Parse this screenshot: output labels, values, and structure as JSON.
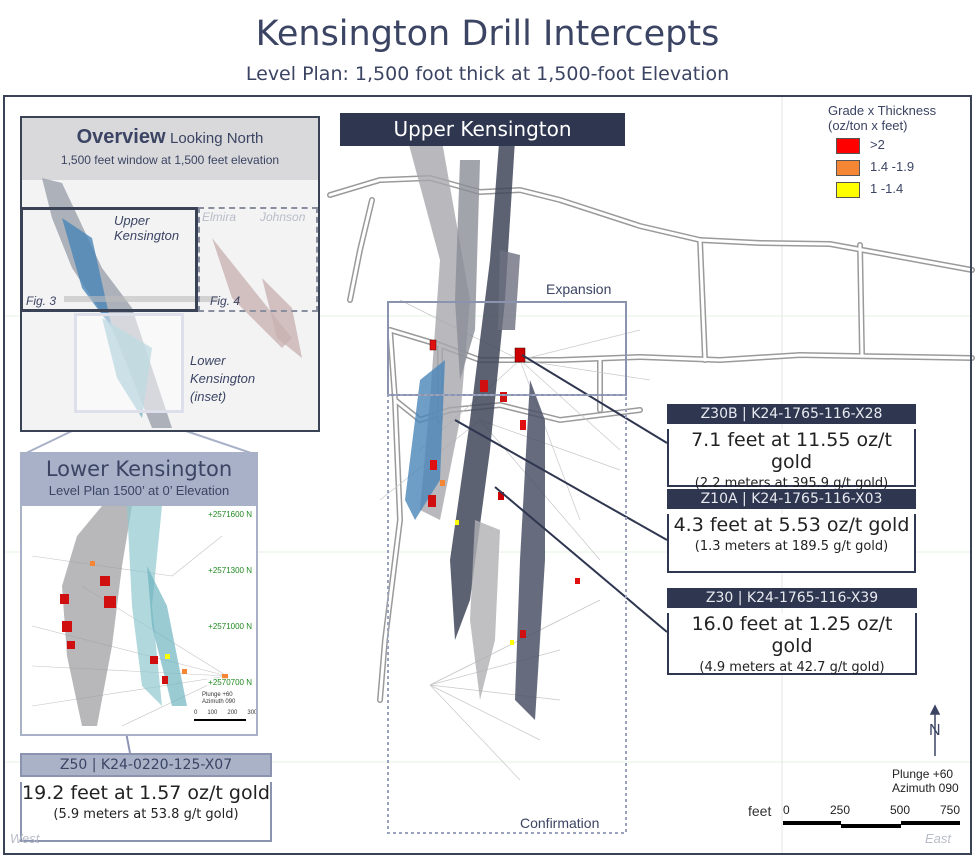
{
  "title": "Kensington Drill Intercepts",
  "subtitle": "Level Plan: 1,500 foot thick at 1,500-foot Elevation",
  "main_label": "Upper Kensington",
  "legend": {
    "title1": "Grade x Thickness",
    "title2": "(oz/ton x feet)",
    "items": [
      {
        "label": ">2",
        "color": "#ff0000"
      },
      {
        "label": "1.4 -1.9",
        "color": "#f58634"
      },
      {
        "label": "1 -1.4",
        "color": "#ffff00"
      }
    ]
  },
  "zones": {
    "expansion": "Expansion",
    "confirmation": "Confirmation"
  },
  "callouts": [
    {
      "header": "Z30B | K24-1765-116-X28",
      "line1": "7.1 feet at 11.55 oz/t gold",
      "line2": "(2.2 meters at 395.9 g/t gold)"
    },
    {
      "header": "Z10A | K24-1765-116-X03",
      "line1": "4.3 feet at 5.53 oz/t gold",
      "line2": "(1.3 meters at 189.5 g/t gold)"
    },
    {
      "header": "Z30 | K24-1765-116-X39",
      "line1": "16.0 feet at 1.25 oz/t gold",
      "line2": "(4.9 meters at 42.7 g/t gold)"
    },
    {
      "header": "Z50 | K24-0220-125-X07",
      "line1": "19.2 feet at 1.57 oz/t gold",
      "line2": "(5.9 meters at 53.8 g/t gold)"
    }
  ],
  "overview": {
    "title_bold": "Overview",
    "title_rest": "Looking North",
    "subtitle": "1,500 feet window at 1,500 feet elevation",
    "upper": "Upper Kensington",
    "elmira": "Elmira",
    "johnson": "Johnson",
    "fig3": "Fig. 3",
    "fig4": "Fig. 4",
    "lower": "Lower Kensington (inset)"
  },
  "lower_inset": {
    "title": "Lower Kensington",
    "subtitle": "Level Plan 1500’ at 0’ Elevation",
    "northings": [
      "+2571600 N",
      "+2571300 N",
      "+2571000 N",
      "+2570700 N"
    ],
    "plunge": "Plunge +60",
    "azimuth": "Azimuth 090",
    "scale": [
      "0",
      "100",
      "200",
      "300"
    ]
  },
  "orientation": {
    "north": "N",
    "plunge": "Plunge +60",
    "azimuth": "Azimuth 090",
    "west": "West",
    "east": "East"
  },
  "scale": {
    "unit": "feet",
    "ticks": [
      "0",
      "250",
      "500",
      "750"
    ]
  }
}
